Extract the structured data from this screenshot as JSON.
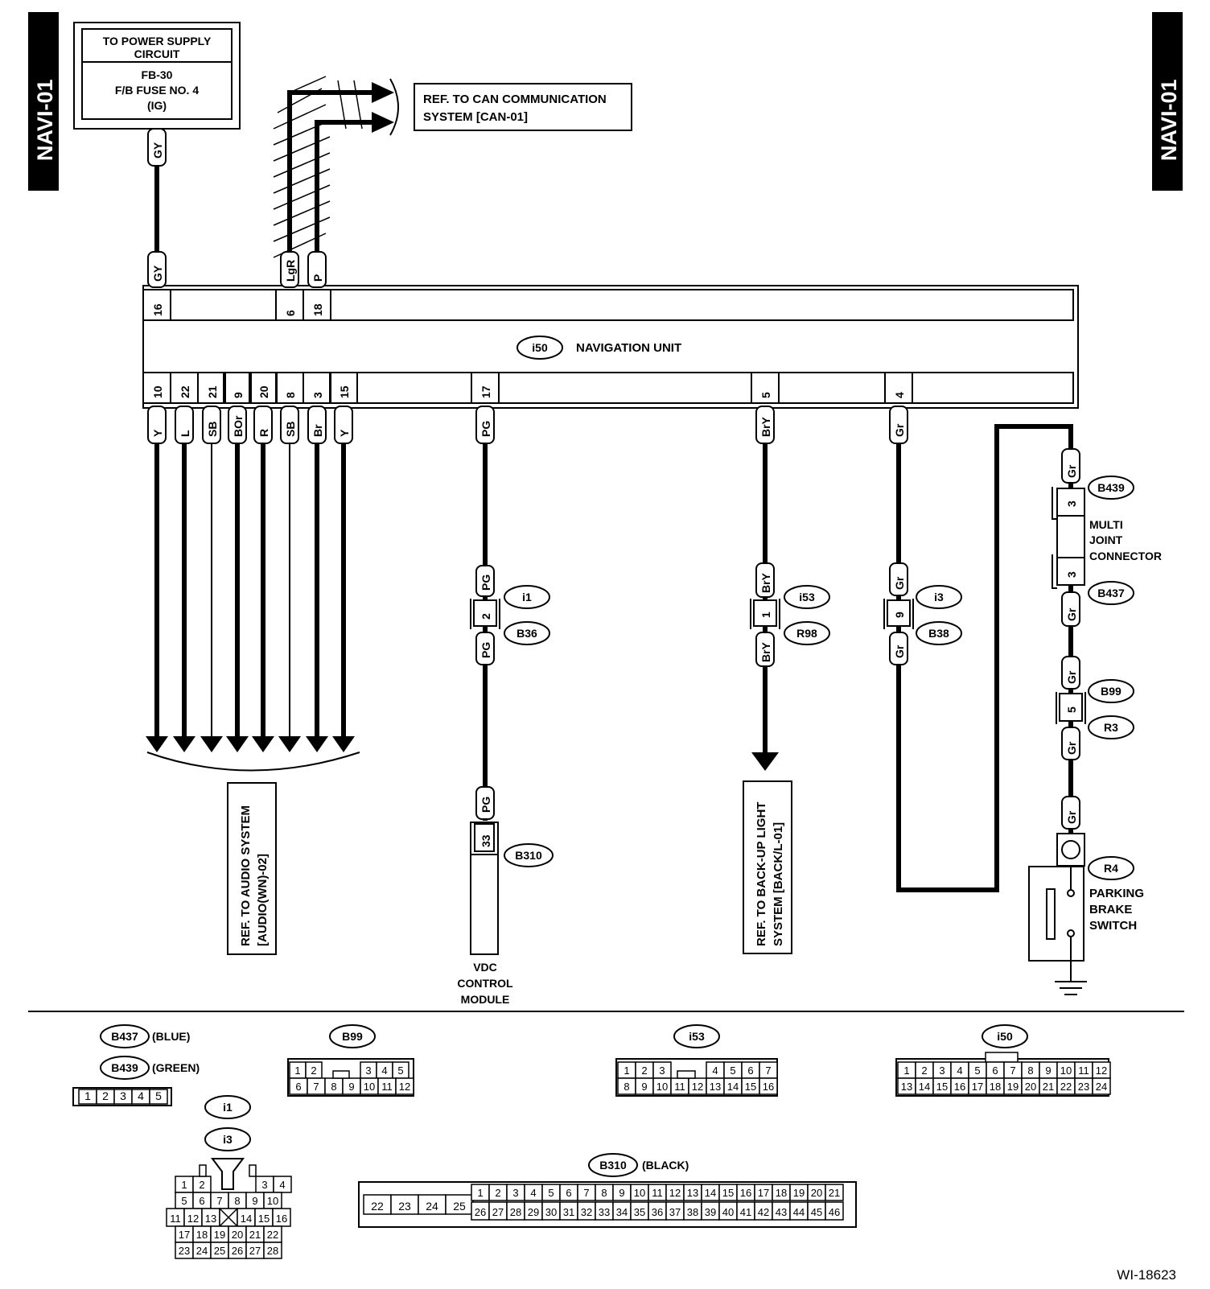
{
  "page_label_left": "NAVI-01",
  "page_label_right": "NAVI-01",
  "power_box": {
    "line1": "TO POWER SUPPLY",
    "line2": "CIRCUIT",
    "line3": "FB-30",
    "line4": "F/B FUSE NO. 4",
    "line5": "(IG)"
  },
  "can_ref": {
    "line1": "REF. TO CAN COMMUNICATION",
    "line2": "SYSTEM [CAN-01]"
  },
  "nav_unit": {
    "connector": "i50",
    "label": "NAVIGATION UNIT"
  },
  "top_pins": [
    {
      "pin": "16",
      "wire": "GY"
    },
    {
      "pin": "6",
      "wire": "LgR"
    },
    {
      "pin": "18",
      "wire": "P"
    }
  ],
  "top_gy_wire": "GY",
  "bottom_pins": [
    {
      "pin": "10",
      "wire": "Y"
    },
    {
      "pin": "22",
      "wire": "L"
    },
    {
      "pin": "21",
      "wire": "SB"
    },
    {
      "pin": "9",
      "wire": "BOr"
    },
    {
      "pin": "20",
      "wire": "R"
    },
    {
      "pin": "8",
      "wire": "SB"
    },
    {
      "pin": "3",
      "wire": "Br"
    },
    {
      "pin": "15",
      "wire": "Y"
    },
    {
      "pin": "17",
      "wire": "PG"
    },
    {
      "pin": "5",
      "wire": "BrY"
    },
    {
      "pin": "4",
      "wire": "Gr"
    }
  ],
  "audio_ref": {
    "line1": "REF. TO AUDIO SYSTEM",
    "line2": "[AUDIO(WN)-02]"
  },
  "backup_ref": {
    "line1": "REF. TO BACK-UP LIGHT",
    "line2": "SYSTEM [BACK/L-01]"
  },
  "vdc": {
    "wire": "PG",
    "conn_top": "i1",
    "pin": "2",
    "conn_bottom": "B36",
    "end_wire": "PG",
    "end_pin": "33",
    "end_conn": "B310",
    "line1": "VDC",
    "line2": "CONTROL",
    "line3": "MODULE"
  },
  "bry": {
    "wire": "BrY",
    "conn_top": "i53",
    "pin": "1",
    "conn_bottom": "R98"
  },
  "gr": {
    "wire": "Gr",
    "conn_top": "i3",
    "pin": "9",
    "conn_bottom": "B38"
  },
  "joint": {
    "wire": "Gr",
    "conn_top": "B439",
    "pin_top": "3",
    "conn_bottom": "B437",
    "pin_bottom": "3",
    "line1": "MULTI",
    "line2": "JOINT",
    "line3": "CONNECTOR"
  },
  "r3": {
    "wire": "Gr",
    "conn_top": "B99",
    "pin": "5",
    "conn_bottom": "R3"
  },
  "parking": {
    "wire": "Gr",
    "conn": "R4",
    "line1": "PARKING",
    "line2": "BRAKE",
    "line3": "SWITCH"
  },
  "legend": {
    "b437": {
      "name": "B437",
      "color": "(BLUE)"
    },
    "b439": {
      "name": "B439",
      "color": "(GREEN)"
    },
    "joint_pins": [
      "1",
      "2",
      "3",
      "4",
      "5"
    ],
    "b99": {
      "name": "B99",
      "row1_left": [
        "1",
        "2"
      ],
      "row1_right": [
        "3",
        "4",
        "5"
      ],
      "row2": [
        "6",
        "7",
        "8",
        "9",
        "10",
        "11",
        "12"
      ]
    },
    "i53": {
      "name": "i53",
      "row1_left": [
        "1",
        "2",
        "3"
      ],
      "row1_right": [
        "4",
        "5",
        "6",
        "7"
      ],
      "row2": [
        "8",
        "9",
        "10",
        "11",
        "12",
        "13",
        "14",
        "15",
        "16"
      ]
    },
    "i50": {
      "name": "i50",
      "row1": [
        "1",
        "2",
        "3",
        "4",
        "5",
        "6",
        "7",
        "8",
        "9",
        "10",
        "11",
        "12"
      ],
      "row2": [
        "13",
        "14",
        "15",
        "16",
        "17",
        "18",
        "19",
        "20",
        "21",
        "22",
        "23",
        "24"
      ]
    },
    "i1": "i1",
    "i3": "i3",
    "i3_rows": [
      [
        "1",
        "2",
        "",
        "",
        "3",
        "4"
      ],
      [
        "5",
        "6",
        "7",
        "8",
        "9",
        "10"
      ],
      [
        "11",
        "12",
        "13",
        "",
        "14",
        "15",
        "16"
      ],
      [
        "17",
        "18",
        "19",
        "20",
        "21",
        "22"
      ],
      [
        "23",
        "24",
        "25",
        "26",
        "27",
        "28"
      ]
    ],
    "b310": {
      "name": "B310",
      "color": "(BLACK)",
      "left": [
        "22",
        "23",
        "24",
        "25"
      ],
      "row1": [
        "1",
        "2",
        "3",
        "4",
        "5",
        "6",
        "7",
        "8",
        "9",
        "10",
        "11",
        "12",
        "13",
        "14",
        "15",
        "16",
        "17",
        "18",
        "19",
        "20",
        "21"
      ],
      "row2": [
        "26",
        "27",
        "28",
        "29",
        "30",
        "31",
        "32",
        "33",
        "34",
        "35",
        "36",
        "37",
        "38",
        "39",
        "40",
        "41",
        "42",
        "43",
        "44",
        "45",
        "46"
      ]
    }
  },
  "figure_code": "WI-18623"
}
